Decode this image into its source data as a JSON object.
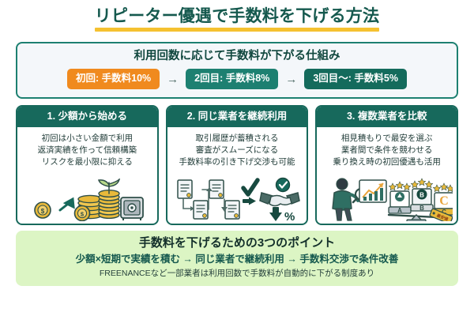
{
  "title": {
    "text": "リピーター優遇で手数料を下げる方法",
    "underline_color": "#f5c130",
    "color": "#15594e"
  },
  "mechanism": {
    "heading": "利用回数に応じて手数料が下がる仕組み",
    "border_color": "#1d8071",
    "background": "#f4f7fa",
    "steps": [
      {
        "label": "初回: 手数料10%",
        "color": "#f08a1e"
      },
      {
        "label": "2回目: 手数料8%",
        "color": "#1d8071"
      },
      {
        "label": "3回目〜: 手数料5%",
        "color": "#146b5c"
      }
    ],
    "arrow": "→"
  },
  "cards": [
    {
      "heading": "1. 少額から始める",
      "lines": [
        "初回は小さい金額で利用",
        "返済実績を作って信頼構築",
        "リスクを最小限に抑える"
      ],
      "art": "coins-growth-safe-illustration"
    },
    {
      "heading": "2. 同じ業者を継続利用",
      "lines": [
        "取引履歴が蓄積される",
        "審査がスムーズになる",
        "手数料率の引き下げ交渉も可能"
      ],
      "art": "documents-handshake-rate-down-illustration"
    },
    {
      "heading": "3. 複数業者を比較",
      "lines": [
        "相見積もりで最安を選ぶ",
        "業者間で条件を競わせる",
        "乗り換え時の初回優遇も活用"
      ],
      "art": "vendor-comparison-scale-illustration"
    }
  ],
  "summary": {
    "heading": "手数料を下げるための3つのポイント",
    "flow": "少額×短期で実績を積む →  同じ業者で継続利用 → 手数料交渉で条件改善",
    "note": "FREENANCEなど一部業者は利用回数で手数料が自動的に下がる制度あり",
    "background": "#dcf5c4"
  }
}
